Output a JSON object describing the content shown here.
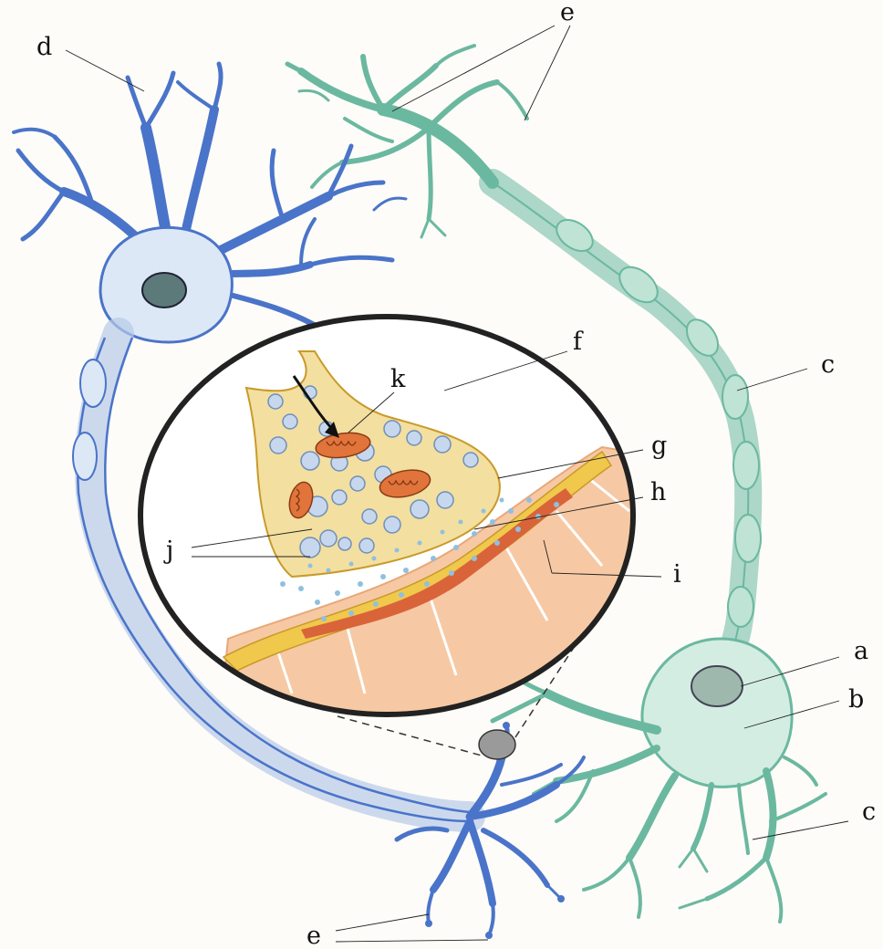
{
  "labels": {
    "a": "a",
    "b": "b",
    "c": "c",
    "c2": "c",
    "d": "d",
    "e_top": "e",
    "e_bottom": "e",
    "f": "f",
    "g": "g",
    "h": "h",
    "i": "i",
    "j": "j",
    "k": "k"
  },
  "colors": {
    "blue_neuron": "#4a74c9",
    "blue_fill": "#dde8f6",
    "green_neuron": "#6bb8a0",
    "green_fill": "#d3ede3",
    "terminal_fill": "#f3dfa0",
    "membrane_yellow": "#f0c84c",
    "membrane_red": "#d9643a",
    "muscle_orange": "#f6c9a4",
    "mitochondria": "#e0743a",
    "vesicle": "#b9cbe3",
    "circle_outline": "#222222"
  }
}
